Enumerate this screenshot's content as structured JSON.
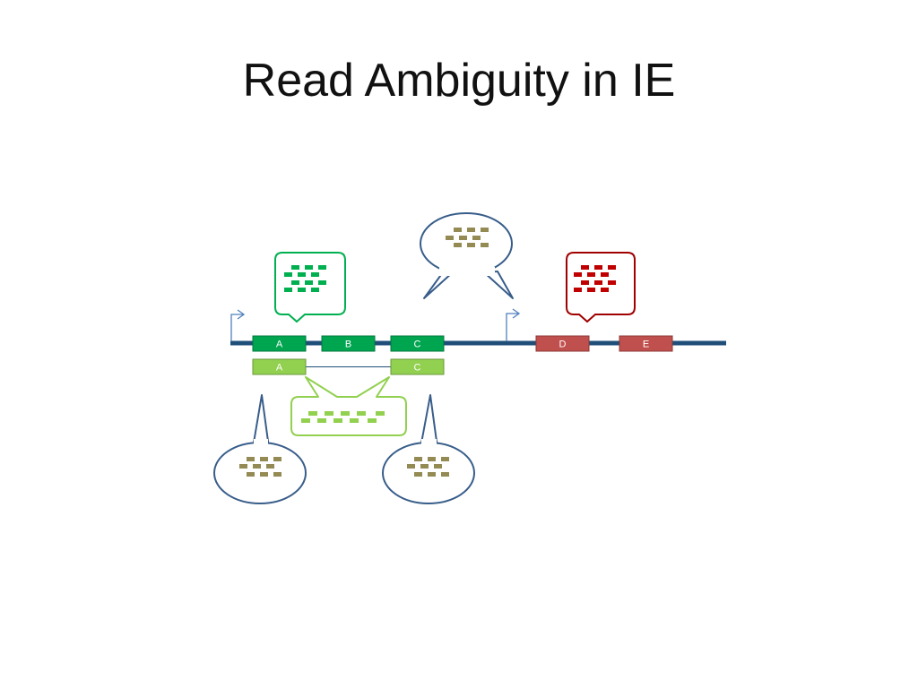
{
  "slide": {
    "title": "Read Ambiguity in IE"
  },
  "gene1": {
    "exons": [
      {
        "label": "A"
      },
      {
        "label": "B"
      },
      {
        "label": "C"
      }
    ],
    "isoform_exons": [
      {
        "label": "A"
      },
      {
        "label": "C"
      }
    ]
  },
  "gene2": {
    "exons": [
      {
        "label": "D"
      },
      {
        "label": "E"
      }
    ]
  },
  "colors": {
    "backbone": "#1f4e79",
    "gene1_exon": "#00a550",
    "gene1_exon_border": "#007a3d",
    "isoform_exon": "#92d050",
    "isoform_exon_border": "#6a9a3c",
    "gene2_exon": "#c0504d",
    "gene2_exon_border": "#8c3836",
    "read_olive": "#948a54",
    "read_green": "#00b050",
    "read_red": "#c00000",
    "read_lightgreen": "#92d050",
    "oval_stroke": "#385d8a",
    "bubble_green_stroke": "#00b050",
    "bubble_red_stroke": "#a00000",
    "bubble_lightgreen_stroke": "#92d050"
  }
}
